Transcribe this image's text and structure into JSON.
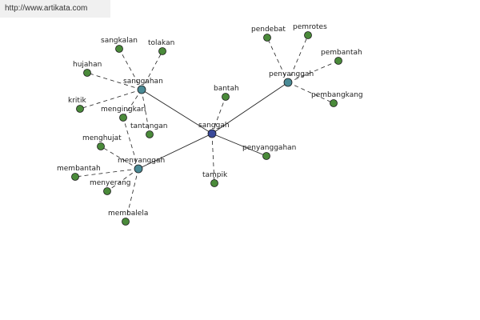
{
  "banner": {
    "url": "http://www.artikata.com"
  },
  "colors": {
    "root": "#3a4a9a",
    "hub": "#4a8a95",
    "leaf": "#4a8a3a",
    "stroke": "#222222"
  },
  "nodes": [
    {
      "id": "sanggah",
      "label": "sanggah",
      "kind": "root"
    },
    {
      "id": "sanggahan",
      "label": "sanggahan",
      "kind": "hub"
    },
    {
      "id": "penyanggah",
      "label": "penyanggah",
      "kind": "hub"
    },
    {
      "id": "menyanggah",
      "label": "menyanggah",
      "kind": "hub"
    },
    {
      "id": "penyanggahan",
      "label": "penyanggahan",
      "kind": "leaf"
    },
    {
      "id": "bantah",
      "label": "bantah",
      "kind": "leaf"
    },
    {
      "id": "tampik",
      "label": "tampik",
      "kind": "leaf"
    },
    {
      "id": "sangkalan",
      "label": "sangkalan",
      "kind": "leaf"
    },
    {
      "id": "tolakan",
      "label": "tolakan",
      "kind": "leaf"
    },
    {
      "id": "hujahan",
      "label": "hujahan",
      "kind": "leaf"
    },
    {
      "id": "kritik",
      "label": "kritik",
      "kind": "leaf"
    },
    {
      "id": "mengingkari",
      "label": "mengingkari",
      "kind": "leaf"
    },
    {
      "id": "tantangan",
      "label": "tantangan",
      "kind": "leaf"
    },
    {
      "id": "pendebat",
      "label": "pendebat",
      "kind": "leaf"
    },
    {
      "id": "pemrotes",
      "label": "pemrotes",
      "kind": "leaf"
    },
    {
      "id": "pembantah",
      "label": "pembantah",
      "kind": "leaf"
    },
    {
      "id": "pembangkang",
      "label": "pembangkang",
      "kind": "leaf"
    },
    {
      "id": "menghujat",
      "label": "menghujat",
      "kind": "leaf"
    },
    {
      "id": "membantah",
      "label": "membantah",
      "kind": "leaf"
    },
    {
      "id": "menyerang",
      "label": "menyerang",
      "kind": "leaf"
    },
    {
      "id": "membalela",
      "label": "membalela",
      "kind": "leaf"
    }
  ],
  "edges": [
    {
      "from": "sanggah",
      "to": "sanggahan",
      "style": "solid"
    },
    {
      "from": "sanggah",
      "to": "penyanggah",
      "style": "solid"
    },
    {
      "from": "sanggah",
      "to": "menyanggah",
      "style": "solid"
    },
    {
      "from": "sanggah",
      "to": "penyanggahan",
      "style": "solid"
    },
    {
      "from": "sanggah",
      "to": "bantah",
      "style": "dashed"
    },
    {
      "from": "sanggah",
      "to": "tampik",
      "style": "dashed"
    },
    {
      "from": "sanggahan",
      "to": "sangkalan",
      "style": "dashed"
    },
    {
      "from": "sanggahan",
      "to": "tolakan",
      "style": "dashed"
    },
    {
      "from": "sanggahan",
      "to": "hujahan",
      "style": "dashed"
    },
    {
      "from": "sanggahan",
      "to": "kritik",
      "style": "dashed"
    },
    {
      "from": "sanggahan",
      "to": "mengingkari",
      "style": "dashed"
    },
    {
      "from": "sanggahan",
      "to": "tantangan",
      "style": "dashed"
    },
    {
      "from": "penyanggah",
      "to": "pendebat",
      "style": "dashed"
    },
    {
      "from": "penyanggah",
      "to": "pemrotes",
      "style": "dashed"
    },
    {
      "from": "penyanggah",
      "to": "pembantah",
      "style": "dashed"
    },
    {
      "from": "penyanggah",
      "to": "pembangkang",
      "style": "dashed"
    },
    {
      "from": "menyanggah",
      "to": "menghujat",
      "style": "dashed"
    },
    {
      "from": "menyanggah",
      "to": "membantah",
      "style": "dashed"
    },
    {
      "from": "menyanggah",
      "to": "menyerang",
      "style": "dashed"
    },
    {
      "from": "menyanggah",
      "to": "membalela",
      "style": "dashed"
    },
    {
      "from": "menyanggah",
      "to": "mengingkari",
      "style": "dashed"
    }
  ]
}
